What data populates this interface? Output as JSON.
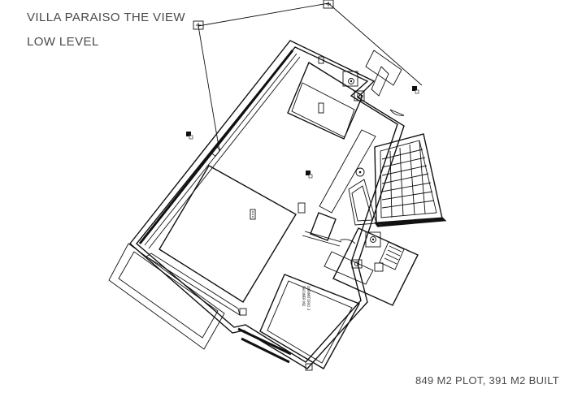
{
  "header": {
    "title": "VILLA PARAISO THE VIEW",
    "subtitle": "LOW LEVEL"
  },
  "footer": {
    "plot_info": "849 M2 PLOT, 391 M2 BUILT"
  },
  "plan": {
    "bedroom_label_line1": "DORMITORIO 3",
    "bedroom_label_line2": "SHOWER M2"
  }
}
